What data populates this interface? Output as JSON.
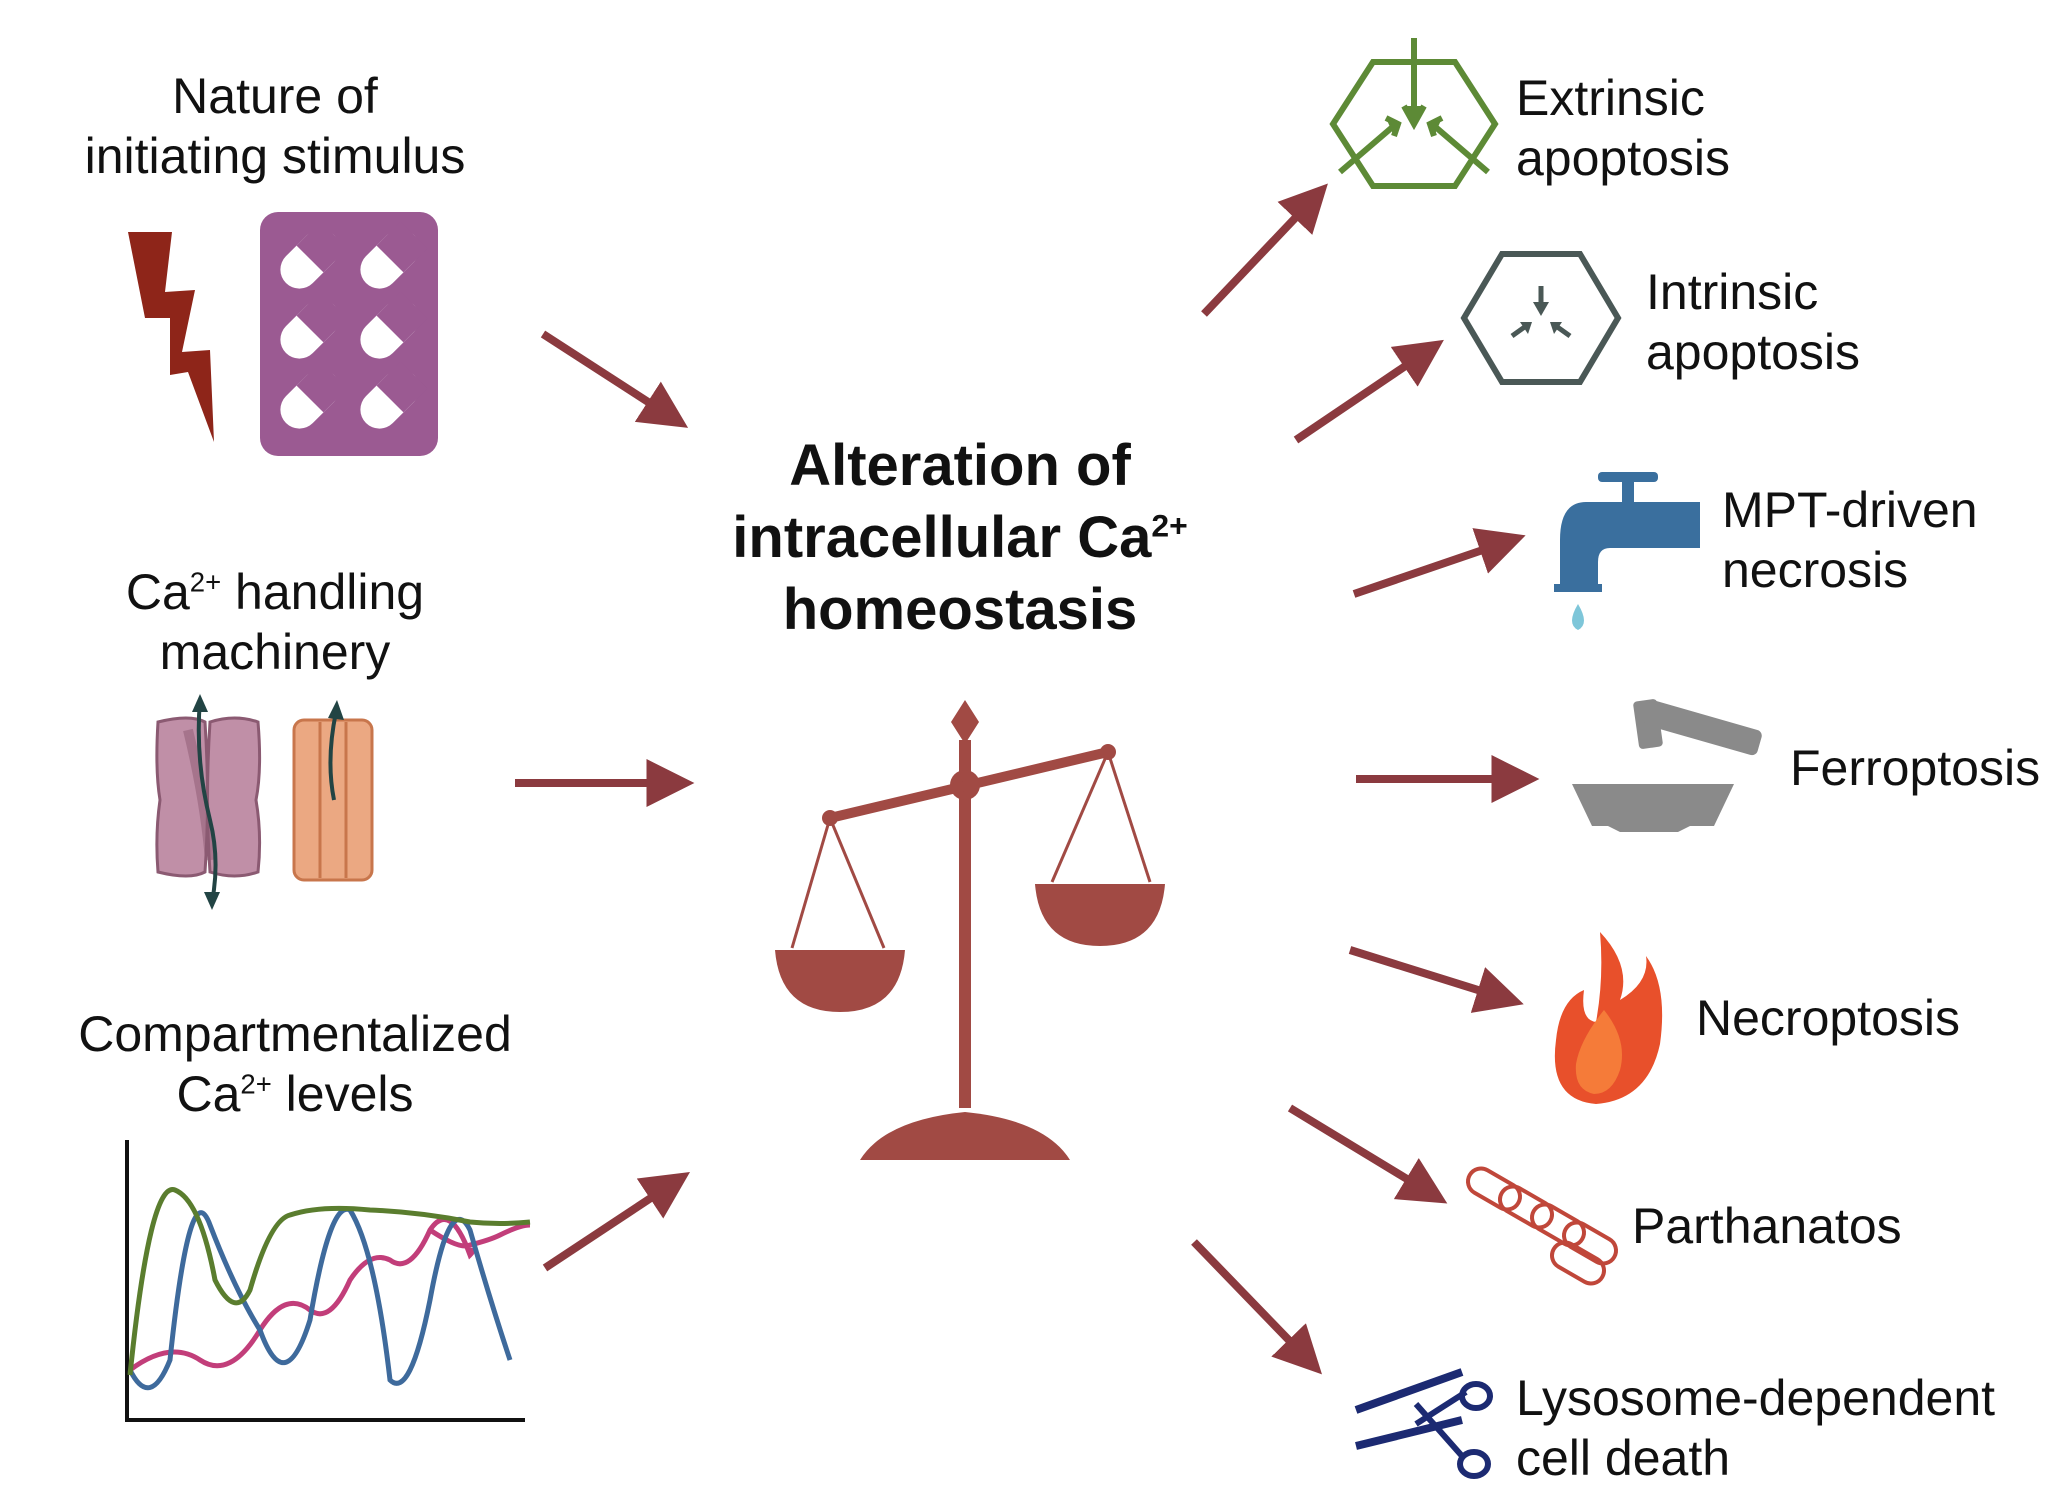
{
  "title": {
    "line1": "Alteration of",
    "line2": "intracellular Ca",
    "sup": "2+",
    "line3": "homeostasis"
  },
  "inputs": [
    {
      "line1": "Nature of",
      "line2": "initiating stimulus",
      "icon": "lightning-and-pill-pack-icon"
    },
    {
      "line1_pre": "Ca",
      "line1_sup": "2+",
      "line1_post": " handling",
      "line2": "machinery",
      "icon": "ion-channel-icon"
    },
    {
      "line1": "Compartmentalized",
      "line2_pre": "Ca",
      "line2_sup": "2+",
      "line2_post": " levels",
      "icon": "calcium-oscillation-graph-icon"
    }
  ],
  "outcomes": [
    {
      "line1": "Extrinsic",
      "line2": "apoptosis",
      "icon": "extrinsic-apoptosis-icon"
    },
    {
      "line1": "Intrinsic",
      "line2": "apoptosis",
      "icon": "intrinsic-apoptosis-icon"
    },
    {
      "line1": "MPT-driven",
      "line2": "necrosis",
      "icon": "faucet-icon"
    },
    {
      "line1": "Ferroptosis",
      "icon": "mortar-pestle-icon"
    },
    {
      "line1": "Necroptosis",
      "icon": "flame-icon"
    },
    {
      "line1": "Parthanatos",
      "icon": "dna-chain-icon"
    },
    {
      "line1": "Lysosome-dependent",
      "line2": "cell death",
      "icon": "scissors-icon"
    }
  ],
  "colors": {
    "arrow": "#8b3a3f",
    "scale": "#a14a44",
    "pill_pack": "#9b5a92",
    "lightning": "#8e2519",
    "extrinsic": "#5d8a36",
    "intrinsic": "#4a5856",
    "faucet": "#3a6f9e",
    "ferro": "#8a8a8a",
    "flame": "#e8502b",
    "parthanatos": "#c0473a",
    "scissors": "#1c2a72"
  }
}
